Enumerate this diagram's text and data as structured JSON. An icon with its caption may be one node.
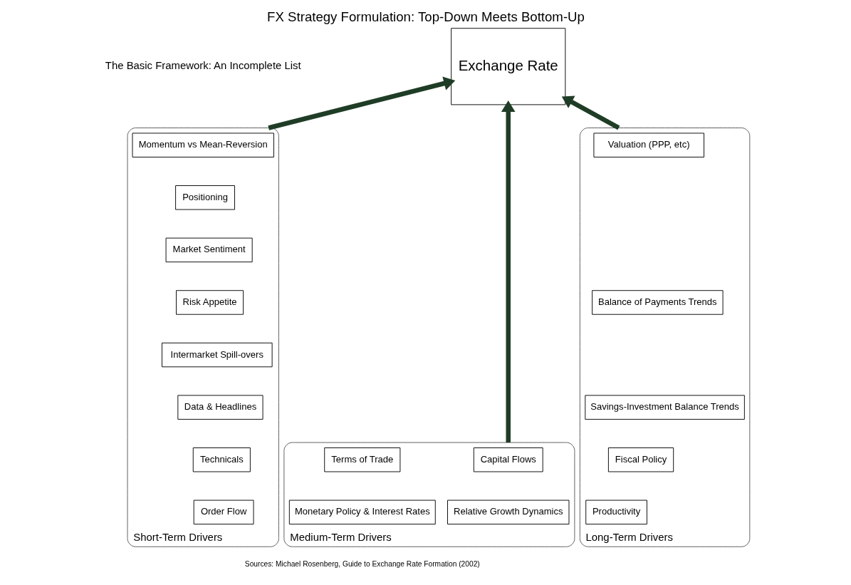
{
  "diagram": {
    "title": "FX Strategy Formulation: Top-Down Meets Bottom-Up",
    "nodes": [
      {
        "text": [
          "Short-Term Drivers"
        ]
      },
      {
        "text": [
          "Momentum vs Mean-Reversion"
        ],
        "in": 0
      },
      {
        "text": [
          "Positioning"
        ],
        "in": 0
      },
      {
        "text": [
          "Market Sentiment"
        ],
        "in": 0
      },
      {
        "text": [
          "Risk Appetite"
        ],
        "in": 0
      },
      {
        "text": [
          "Intermarket Spill-overs"
        ],
        "in": 0
      },
      {
        "text": [
          "Data & Headlines"
        ],
        "in": 0
      },
      {
        "text": [
          "Technicals"
        ],
        "in": 0
      },
      {
        "text": [
          "Order Flow"
        ],
        "in": 0
      },
      {
        "text": [
          "Exchange Rate"
        ]
      },
      {
        "text": [
          "Medium-Term Drivers"
        ]
      },
      {
        "text": [
          "Capital Flows"
        ],
        "in": 10
      },
      {
        "text": [
          "Terms of Trade"
        ],
        "in": 10
      },
      {
        "text": [
          "Relative Growth Dynamics"
        ],
        "in": 10
      },
      {
        "text": [
          "Monetary Policy & Interest Rates"
        ],
        "in": 10
      },
      {
        "text": [
          "Long-Term Drivers"
        ]
      },
      {
        "text": [
          "Valuation (PPP, etc)"
        ],
        "in": 15
      },
      {
        "text": [
          "Balance of Payments Trends"
        ],
        "in": 15
      },
      {
        "text": [
          "Savings-Investment Balance Trends"
        ],
        "in": 15
      },
      {
        "text": [
          "Fiscal Policy"
        ],
        "in": 15
      },
      {
        "text": [
          "Productivity"
        ],
        "in": 15
      }
    ],
    "edges": [
      {
        "from": 0,
        "to": 9,
        "arrow": "to"
      },
      {
        "from": 10,
        "to": 9,
        "arrow": "to"
      },
      {
        "from": 15,
        "to": 9,
        "arrow": "to"
      }
    ],
    "labels": [
      "The Basic Framework: An Incomplete List",
      "Sources: Michael Rosenberg, Guide to Exchange Rate Formation (2002)"
    ]
  }
}
